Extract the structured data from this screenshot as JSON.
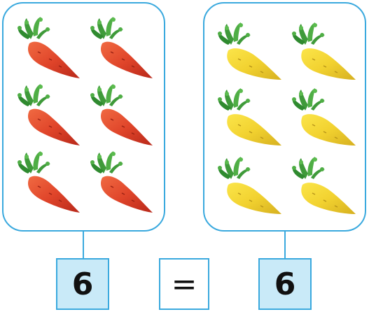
{
  "left_group": {
    "item": "carrot",
    "color": "#e0452a",
    "count_label": "6"
  },
  "right_group": {
    "item": "yellow carrot",
    "color": "#f2d230",
    "count_label": "6"
  },
  "comparison": {
    "symbol": "="
  },
  "colors": {
    "panel_border": "#3aa9de",
    "number_box_fill": "#c9eaf8",
    "leaves": "#3f9a3a"
  }
}
